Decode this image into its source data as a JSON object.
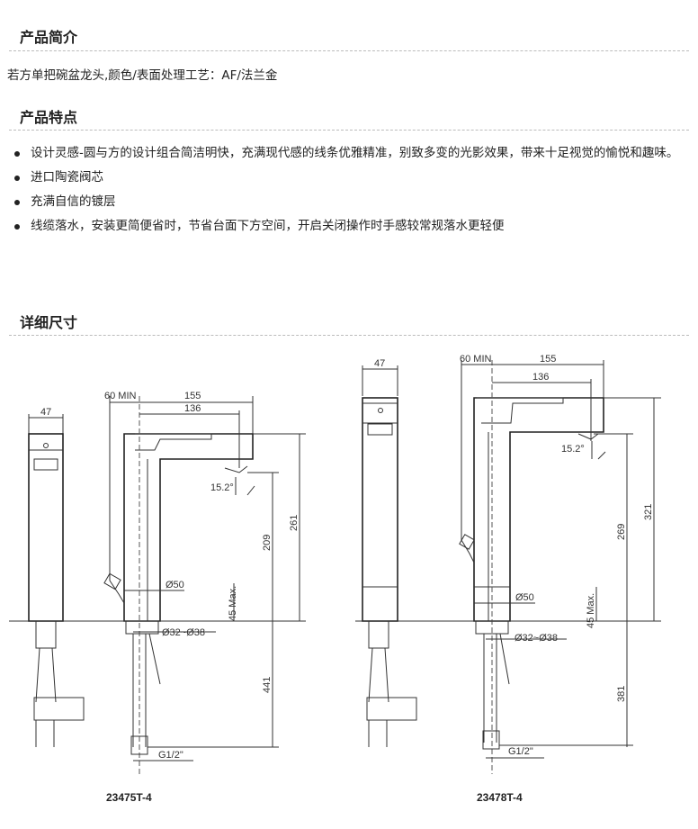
{
  "sections": {
    "intro_title": "产品简介",
    "intro_text": "若方单把碗盆龙头,颜色/表面处理工艺：AF/法兰金",
    "features_title": "产品特点",
    "features": [
      "设计灵感-圆与方的设计组合简洁明快，充满现代感的线条优雅精准，别致多变的光影效果，带来十足视觉的愉悦和趣味。",
      "进口陶瓷阀芯",
      "充满自信的镀层",
      "线缆落水，安装更简便省时，节省台面下方空间，开启关闭操作时手感较常规落水更轻便"
    ],
    "dimensions_title": "详细尺寸"
  },
  "drawings": [
    {
      "model": "23475T-4",
      "width": "47",
      "min": "60 MIN",
      "reach": "155",
      "outlet": "136",
      "angle": "15.2°",
      "total_height": "261",
      "outlet_height": "209",
      "base_dia": "Ø50",
      "counter_max": "45 Max.",
      "hole_dia": "Ø32~Ø38",
      "below": "441",
      "thread": "G1/2\""
    },
    {
      "model": "23478T-4",
      "width": "47",
      "min": "60 MIN",
      "reach": "155",
      "outlet": "136",
      "angle": "15.2°",
      "total_height": "321",
      "outlet_height": "269",
      "base_dia": "Ø50",
      "counter_max": "45 Max.",
      "hole_dia": "Ø32~Ø38",
      "below": "381",
      "thread": "G1/2\""
    }
  ]
}
